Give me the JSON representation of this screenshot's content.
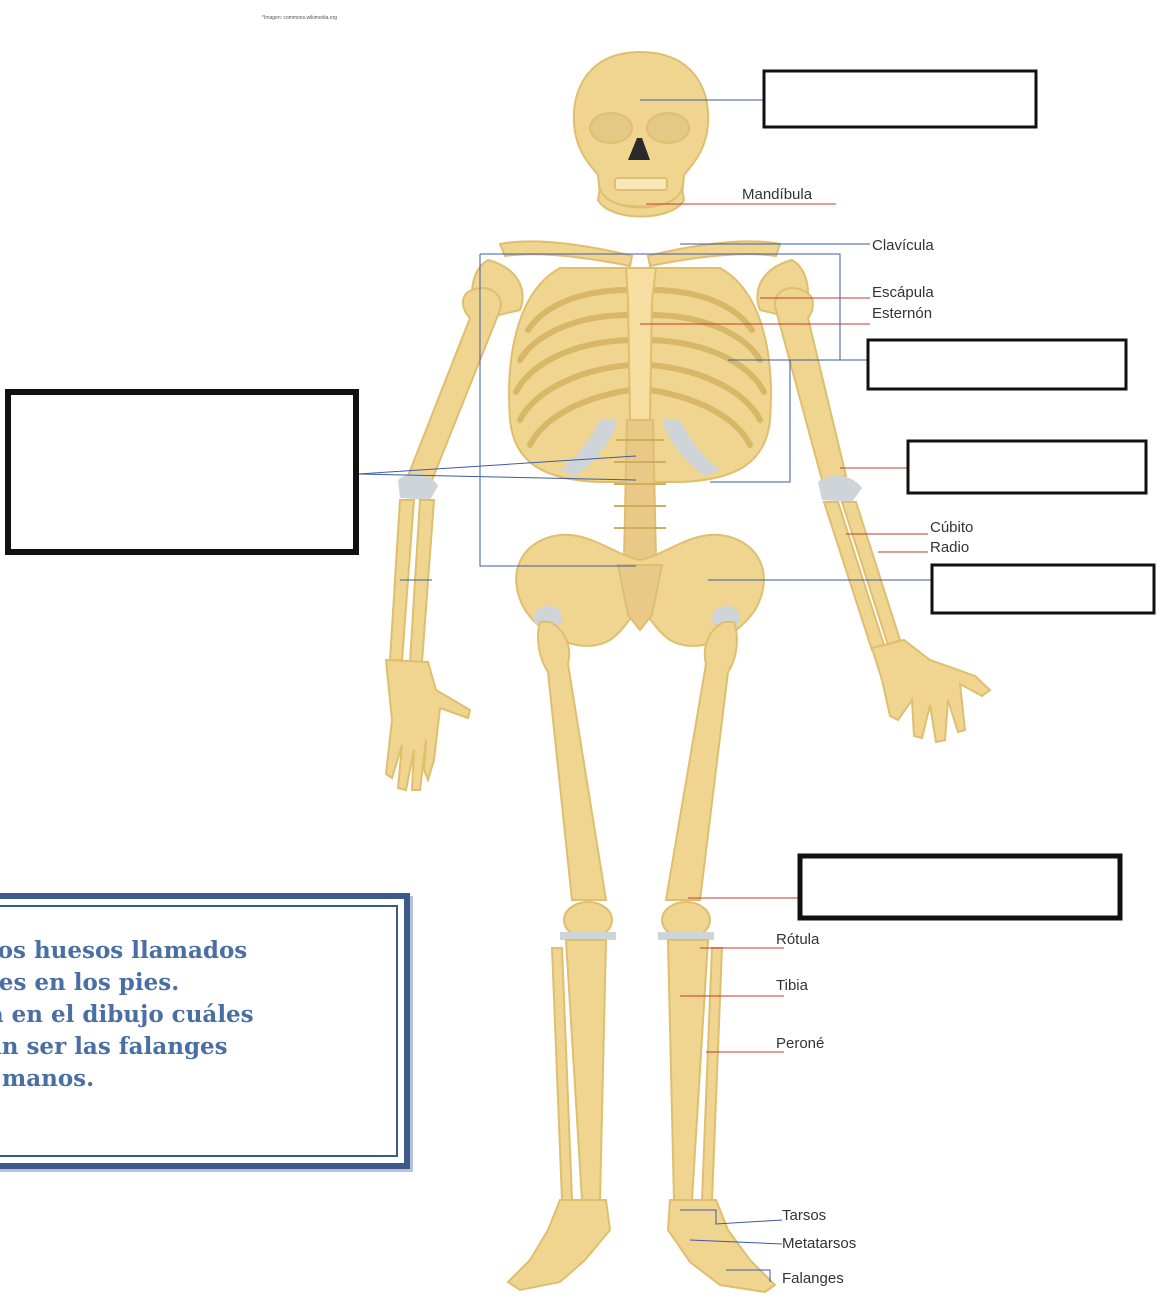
{
  "credit": "*Imagen: commons.wikimedia.org",
  "labels": {
    "mandibula": "Mandíbula",
    "clavicula": "Clavícula",
    "escapula": "Escápula",
    "esternon": "Esternón",
    "cubito": "Cúbito",
    "radio": "Radio",
    "rotula": "Rótula",
    "tibia": "Tibia",
    "perone": "Peroné",
    "tarsos": "Tarsos",
    "metatarsos": "Metatarsos",
    "falanges": "Falanges"
  },
  "note": {
    "lines": [
      "a los huesos llamados",
      "nges en los pies.",
      "ica en el dibujo cuáles",
      "rían ser las falanges",
      "as manos."
    ]
  },
  "colors": {
    "bone": "#f0d591",
    "bone_shade": "#dfbe6e",
    "cartilage": "#cfd4d8",
    "leader_red": "#c0392b",
    "leader_blue": "#3d5aa8",
    "note_border": "#3b5a8a",
    "note_text": "#4a6fa5"
  }
}
